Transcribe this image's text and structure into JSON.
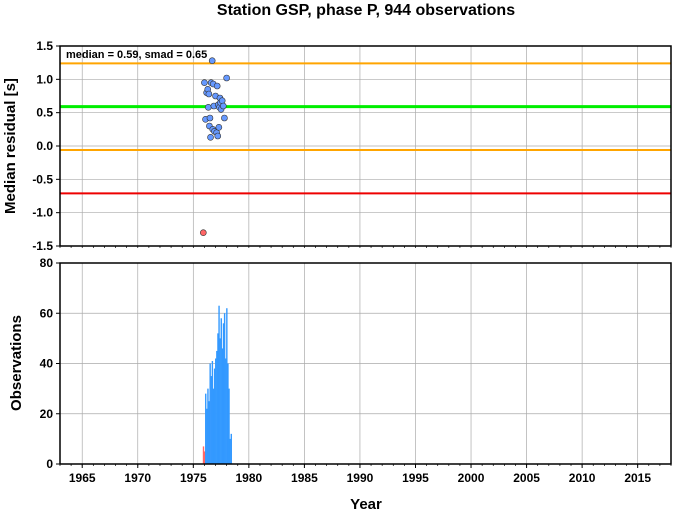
{
  "chart_data": [
    {
      "type": "scatter",
      "title": "Station GSP, phase P, 944 observations",
      "ylabel": "Median residual [s]",
      "annotation": "median = 0.59, smad = 0.65",
      "xlim": [
        1963,
        2018
      ],
      "ylim": [
        -1.5,
        1.5
      ],
      "yticks": [
        "1.5",
        "1.0",
        "0.5",
        "0.0",
        "-0.5",
        "-1.0",
        "-1.5"
      ],
      "grid": true,
      "reference_lines": [
        {
          "name": "upper bound",
          "y": 1.24,
          "color": "#ffa500"
        },
        {
          "name": "median",
          "y": 0.59,
          "color": "#00ee00"
        },
        {
          "name": "lower bound",
          "y": -0.06,
          "color": "#ffa500"
        },
        {
          "name": "outlier limit",
          "y": -0.71,
          "color": "#ee0000"
        }
      ],
      "series": [
        {
          "color": "#6699ff",
          "points": [
            [
              1976.0,
              0.95
            ],
            [
              1976.1,
              0.4
            ],
            [
              1976.2,
              0.8
            ],
            [
              1976.3,
              0.85
            ],
            [
              1976.35,
              0.58
            ],
            [
              1976.4,
              0.78
            ],
            [
              1976.45,
              0.3
            ],
            [
              1976.5,
              0.42
            ],
            [
              1976.55,
              0.13
            ],
            [
              1976.6,
              0.95
            ],
            [
              1976.7,
              1.28
            ],
            [
              1976.75,
              0.25
            ],
            [
              1976.8,
              0.93
            ],
            [
              1976.85,
              0.6
            ],
            [
              1976.9,
              0.22
            ],
            [
              1977.0,
              0.75
            ],
            [
              1977.1,
              0.2
            ],
            [
              1977.15,
              0.9
            ],
            [
              1977.2,
              0.15
            ],
            [
              1977.25,
              0.62
            ],
            [
              1977.3,
              0.28
            ],
            [
              1977.35,
              0.58
            ],
            [
              1977.4,
              0.72
            ],
            [
              1977.45,
              0.65
            ],
            [
              1977.5,
              0.55
            ],
            [
              1977.6,
              0.68
            ],
            [
              1977.7,
              0.6
            ],
            [
              1977.8,
              0.42
            ],
            [
              1978.0,
              1.02
            ]
          ]
        },
        {
          "color": "#ff6666",
          "points": [
            [
              1975.9,
              -1.3
            ]
          ]
        }
      ]
    },
    {
      "type": "bar",
      "xlabel": "Year",
      "ylabel": "Observations",
      "xlim": [
        1963,
        2018
      ],
      "ylim": [
        0,
        80
      ],
      "xticks": [
        "1965",
        "1970",
        "1975",
        "1980",
        "1985",
        "1990",
        "1995",
        "2000",
        "2005",
        "2010",
        "2015"
      ],
      "yticks": [
        "80",
        "60",
        "40",
        "20",
        "0"
      ],
      "grid": true,
      "series": [
        {
          "color": "#ff6666",
          "x": [
            1975.9,
            1976.0
          ],
          "values": [
            7,
            5
          ]
        },
        {
          "color": "#3399ff",
          "x": [
            1976.1,
            1976.2,
            1976.3,
            1976.4,
            1976.5,
            1976.6,
            1976.7,
            1976.8,
            1976.9,
            1977.0,
            1977.1,
            1977.2,
            1977.3,
            1977.4,
            1977.5,
            1977.6,
            1977.7,
            1977.8,
            1977.9,
            1978.0,
            1978.1,
            1978.2,
            1978.3,
            1978.4
          ],
          "values": [
            28,
            22,
            30,
            25,
            40,
            35,
            41,
            30,
            38,
            42,
            45,
            52,
            63,
            50,
            58,
            46,
            56,
            60,
            42,
            62,
            40,
            30,
            10,
            12
          ]
        }
      ]
    }
  ]
}
